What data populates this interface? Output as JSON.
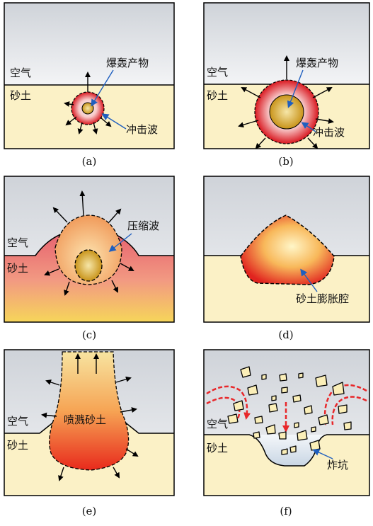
{
  "panels": [
    {
      "caption": "(a)",
      "labels": {
        "air": "空气",
        "soil": "砂土",
        "products": "爆轰产物",
        "shock": "冲击波"
      }
    },
    {
      "caption": "(b)",
      "labels": {
        "air": "空气",
        "soil": "砂土",
        "products": "爆轰产物",
        "shock": "冲击波"
      }
    },
    {
      "caption": "(c)",
      "labels": {
        "air": "空气",
        "soil": "砂土",
        "compression": "压缩波"
      }
    },
    {
      "caption": "(d)",
      "labels": {
        "cavity": "砂土膨胀腔"
      }
    },
    {
      "caption": "(e)",
      "labels": {
        "air": "空气",
        "soil": "砂土",
        "ejecta": "喷溅砂土"
      }
    },
    {
      "caption": "(f)",
      "labels": {
        "air": "空气",
        "soil": "砂土",
        "crater": "炸坑"
      }
    }
  ],
  "colors": {
    "air": "#d9dde3",
    "soil": "#fbf1c6",
    "fireball": "#e8272a",
    "core": "#f2c24a",
    "arrow": "#1f5fbf"
  }
}
